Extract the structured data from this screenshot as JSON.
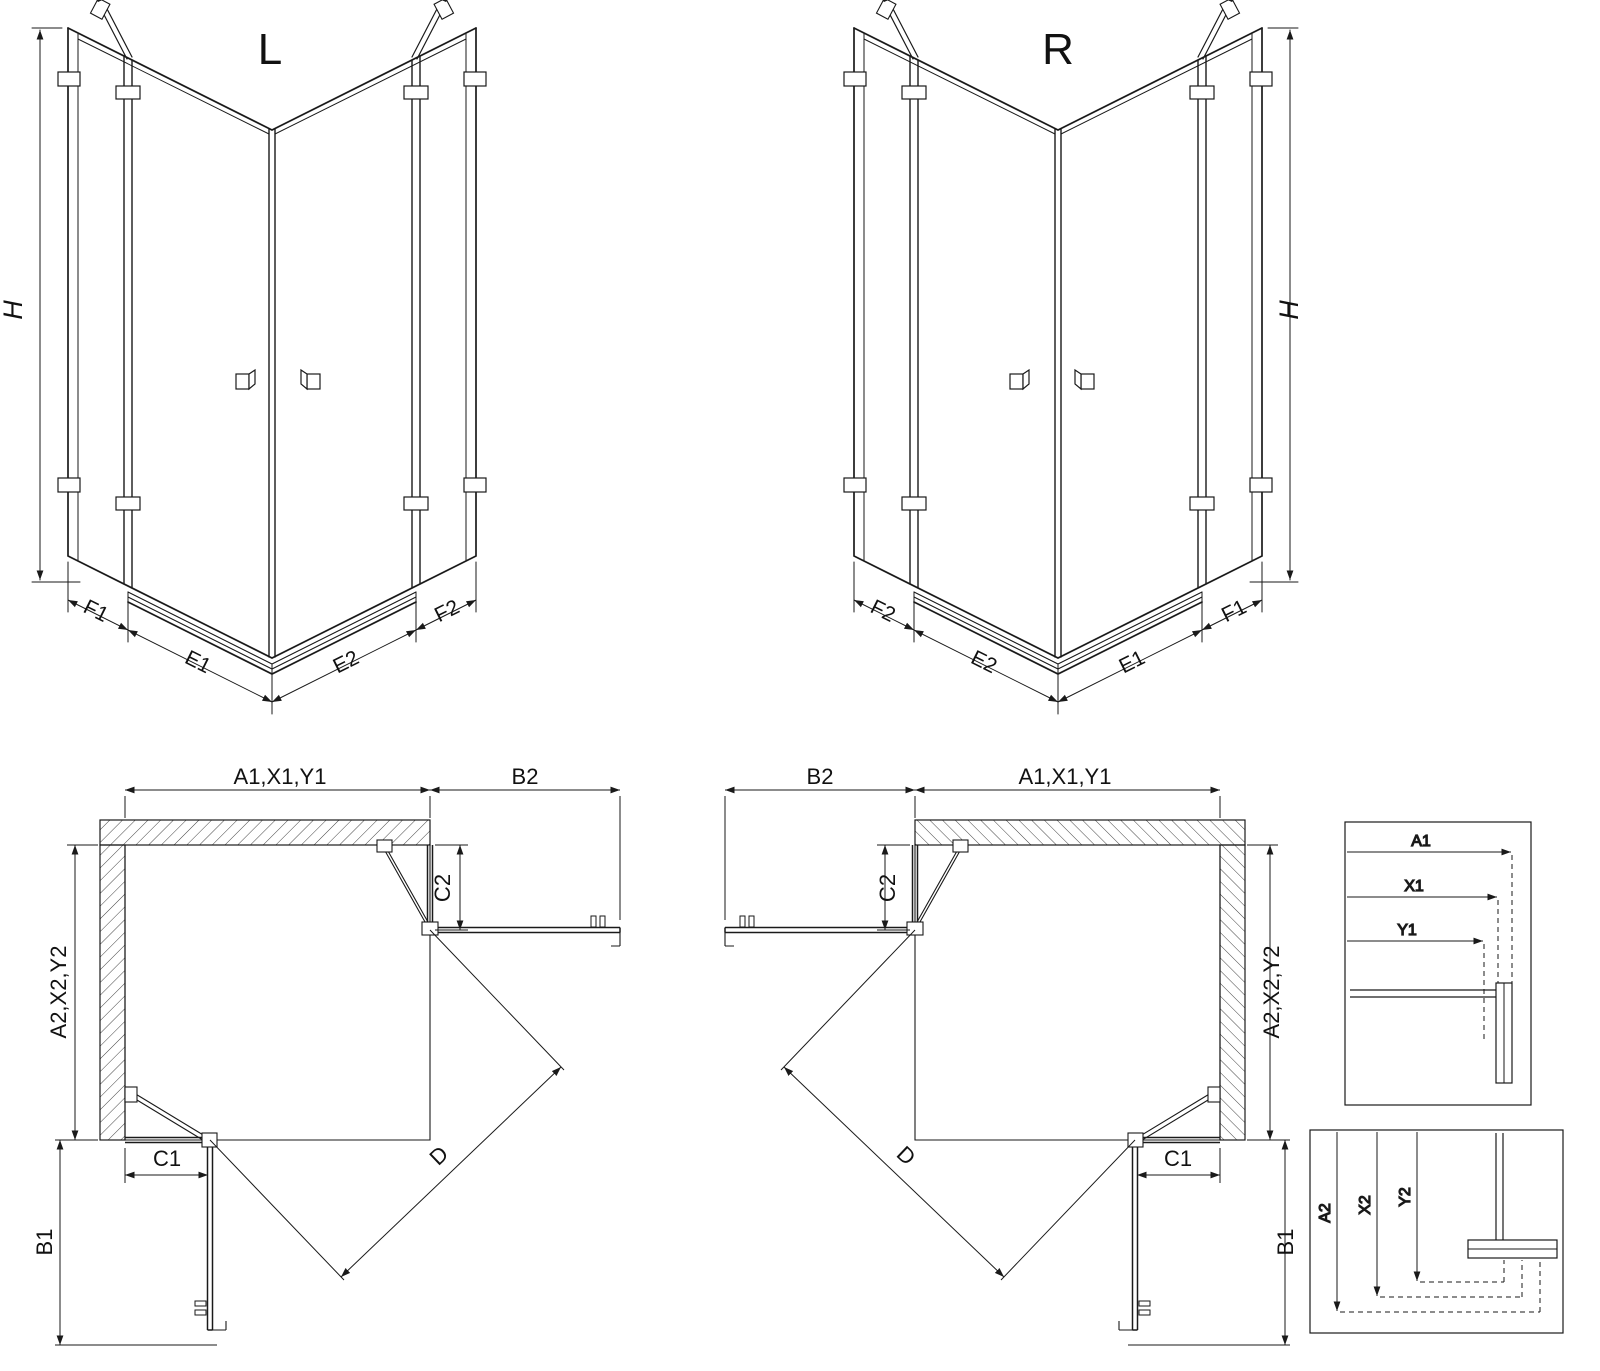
{
  "iso_l": {
    "title": "L",
    "h": "H",
    "f_left": "F1",
    "e_left": "E1",
    "e_right": "E2",
    "f_right": "F2"
  },
  "iso_r": {
    "title": "R",
    "h": "H",
    "f_left": "F2",
    "e_left": "E2",
    "e_right": "E1",
    "f_right": "F1"
  },
  "plan_l": {
    "a1": "A1,X1,Y1",
    "b2": "B2",
    "a2": "A2,X2,Y2",
    "c2": "C2",
    "c1": "C1",
    "b1": "B1",
    "d": "D"
  },
  "plan_r": {
    "a1": "A1,X1,Y1",
    "b2": "B2",
    "a2": "A2,X2,Y2",
    "c2": "C2",
    "c1": "C1",
    "b1": "B1",
    "d": "D"
  },
  "detail_widths": {
    "a1": "A1",
    "x1": "X1",
    "y1": "Y1"
  },
  "detail_depths": {
    "a2": "A2",
    "x2": "X2",
    "y2": "Y2"
  }
}
